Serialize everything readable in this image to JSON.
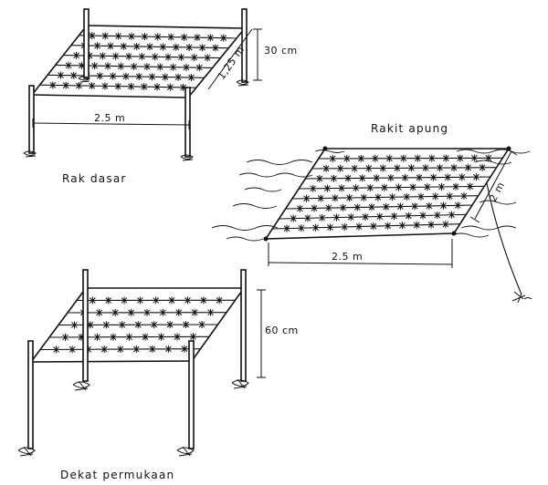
{
  "figures": {
    "bottom_rack": {
      "caption": "Rak dasar",
      "height_label": "30 cm",
      "depth_label": "1,25 m",
      "width_label": "2.5 m"
    },
    "floating_raft": {
      "caption": "Rakit apung",
      "width_label": "2.5 m",
      "depth_label": "2 m"
    },
    "near_surface": {
      "caption": "Dekat permukaan",
      "height_label": "60 cm"
    }
  }
}
